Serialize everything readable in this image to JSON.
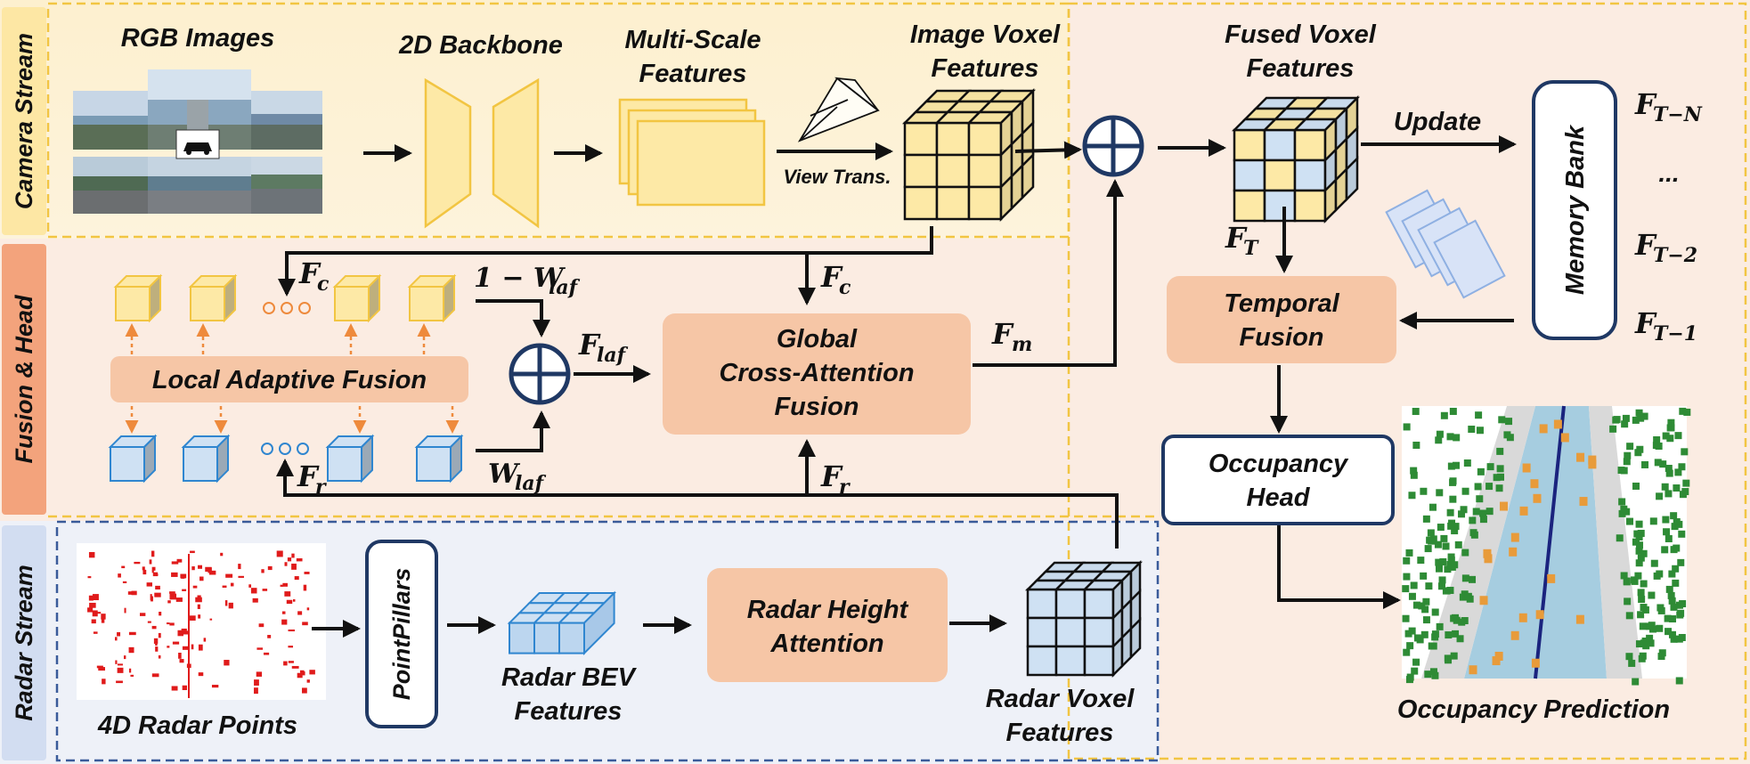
{
  "streams": {
    "camera": "Camera Stream",
    "fusion": "Fusion & Head",
    "radar": "Radar Stream"
  },
  "camera": {
    "rgb_images": "RGB Images",
    "backbone": "2D Backbone",
    "multiscale": [
      "Multi-Scale",
      "Features"
    ],
    "view_trans": "View Trans.",
    "image_voxel": [
      "Image Voxel",
      "Features"
    ]
  },
  "fusion": {
    "fused_voxel": [
      "Fused Voxel",
      "Features"
    ],
    "update": "Update",
    "memory_bank": "Memory  Bank",
    "temporal_fusion": [
      "Temporal",
      "Fusion"
    ],
    "occupancy_head": [
      "Occupancy",
      "Head"
    ],
    "occupancy_prediction": "Occupancy Prediction",
    "local_adaptive_fusion": "Local Adaptive Fusion",
    "global_cross_attention": [
      "Global",
      "Cross-Attention",
      "Fusion"
    ],
    "ellipsis": "..."
  },
  "radar": {
    "points": "4D Radar Points",
    "pointpillars": "PointPillars",
    "bev": [
      "Radar BEV",
      "Features"
    ],
    "height_attention": [
      "Radar Height",
      "Attention"
    ],
    "voxel": [
      "Radar Voxel",
      "Features"
    ]
  },
  "symbols": {
    "Fc": {
      "base": "F",
      "sub": "c"
    },
    "Fr": {
      "base": "F",
      "sub": "r"
    },
    "Flaf": {
      "base": "F",
      "sub": "laf"
    },
    "Fm": {
      "base": "F",
      "sub": "m"
    },
    "FT": {
      "base": "F",
      "sub": "T"
    },
    "FTN": {
      "base": "F",
      "sub": "T−N"
    },
    "FT2": {
      "base": "F",
      "sub": "T−2"
    },
    "FT1": {
      "base": "F",
      "sub": "T−1"
    },
    "one_minus_w": {
      "base": "1 − W",
      "sub": "laf"
    },
    "w": {
      "base": "W",
      "sub": "laf"
    }
  },
  "colors": {
    "camera_region": "#fdf1d2",
    "camera_border": "#f2c542",
    "fusion_region": "#fbe9df",
    "radar_region": "#eef1f8",
    "radar_border": "#3a5b9a",
    "module_fill": "#f6c6a6",
    "dark_box_border": "#1f3864",
    "camera_cube": "#fde9a6",
    "radar_cube": "#cfe1f3",
    "dotted_arrow": "#ee8a3c"
  }
}
